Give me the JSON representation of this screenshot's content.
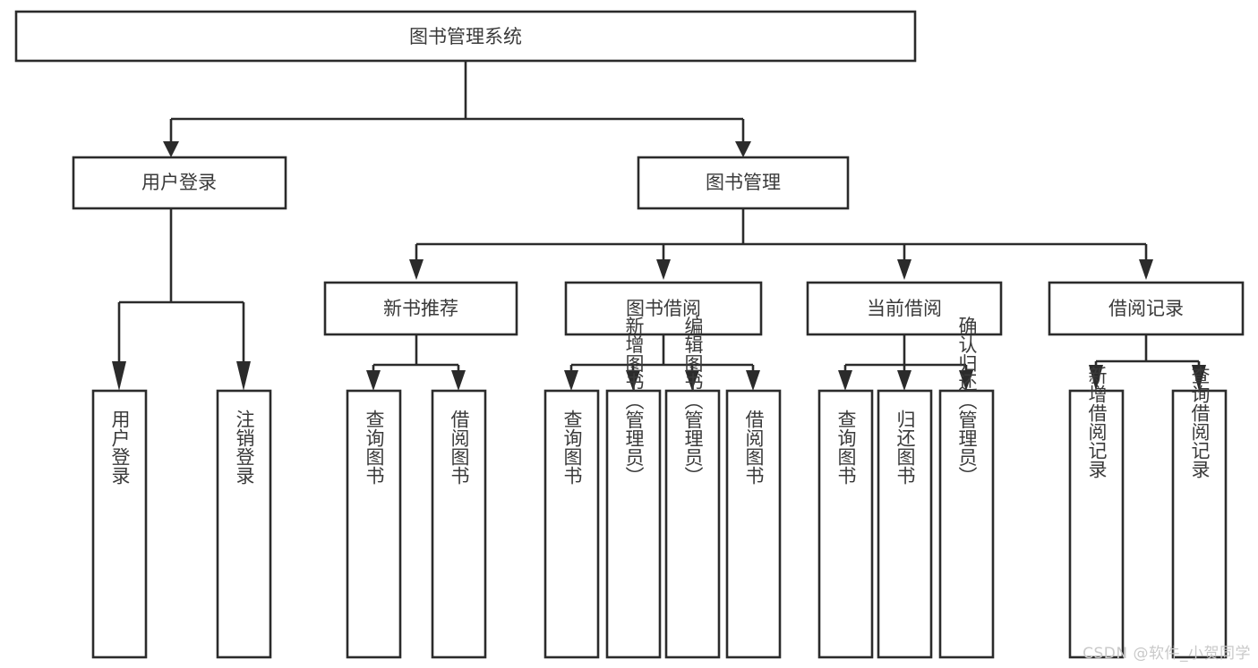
{
  "diagram": {
    "title": "图书管理系统",
    "type": "tree-structure-chart",
    "root": {
      "id": "root",
      "label": "图书管理系统"
    },
    "level2": [
      {
        "id": "user-login",
        "label": "用户登录"
      },
      {
        "id": "book-manage",
        "label": "图书管理"
      }
    ],
    "level3": [
      {
        "id": "new-book-recommend",
        "label": "新书推荐",
        "parent": "book-manage"
      },
      {
        "id": "book-borrow",
        "label": "图书借阅",
        "parent": "book-manage"
      },
      {
        "id": "current-borrow",
        "label": "当前借阅",
        "parent": "book-manage"
      },
      {
        "id": "borrow-record",
        "label": "借阅记录",
        "parent": "book-manage"
      }
    ],
    "leaves": [
      {
        "id": "leaf-user-login",
        "label": "用户登录",
        "parent": "user-login"
      },
      {
        "id": "leaf-user-logout",
        "label": "注销登录",
        "parent": "user-login"
      },
      {
        "id": "leaf-query-book-1",
        "label": "查询图书",
        "parent": "new-book-recommend"
      },
      {
        "id": "leaf-borrow-book-1",
        "label": "借阅图书",
        "parent": "new-book-recommend"
      },
      {
        "id": "leaf-query-book-2",
        "label": "查询图书",
        "parent": "book-borrow"
      },
      {
        "id": "leaf-add-book",
        "label": "新增图书（管理员）",
        "parent": "book-borrow"
      },
      {
        "id": "leaf-edit-book",
        "label": "编辑图书（管理员）",
        "parent": "book-borrow"
      },
      {
        "id": "leaf-borrow-book-2",
        "label": "借阅图书",
        "parent": "book-borrow"
      },
      {
        "id": "leaf-query-book-3",
        "label": "查询图书",
        "parent": "current-borrow"
      },
      {
        "id": "leaf-return-book",
        "label": "归还图书",
        "parent": "current-borrow"
      },
      {
        "id": "leaf-confirm-return",
        "label": "确认归还（管理员）",
        "parent": "current-borrow"
      },
      {
        "id": "leaf-add-record",
        "label": "新增借阅记录",
        "parent": "borrow-record"
      },
      {
        "id": "leaf-query-record",
        "label": "查询借阅记录",
        "parent": "borrow-record"
      }
    ],
    "colors": {
      "stroke": "#2b2b2b",
      "fill": "#ffffff",
      "text": "#3a3a3a",
      "watermark": "#c9c9c9"
    }
  },
  "watermark": {
    "text": "CSDN @软件_小贺同学"
  }
}
